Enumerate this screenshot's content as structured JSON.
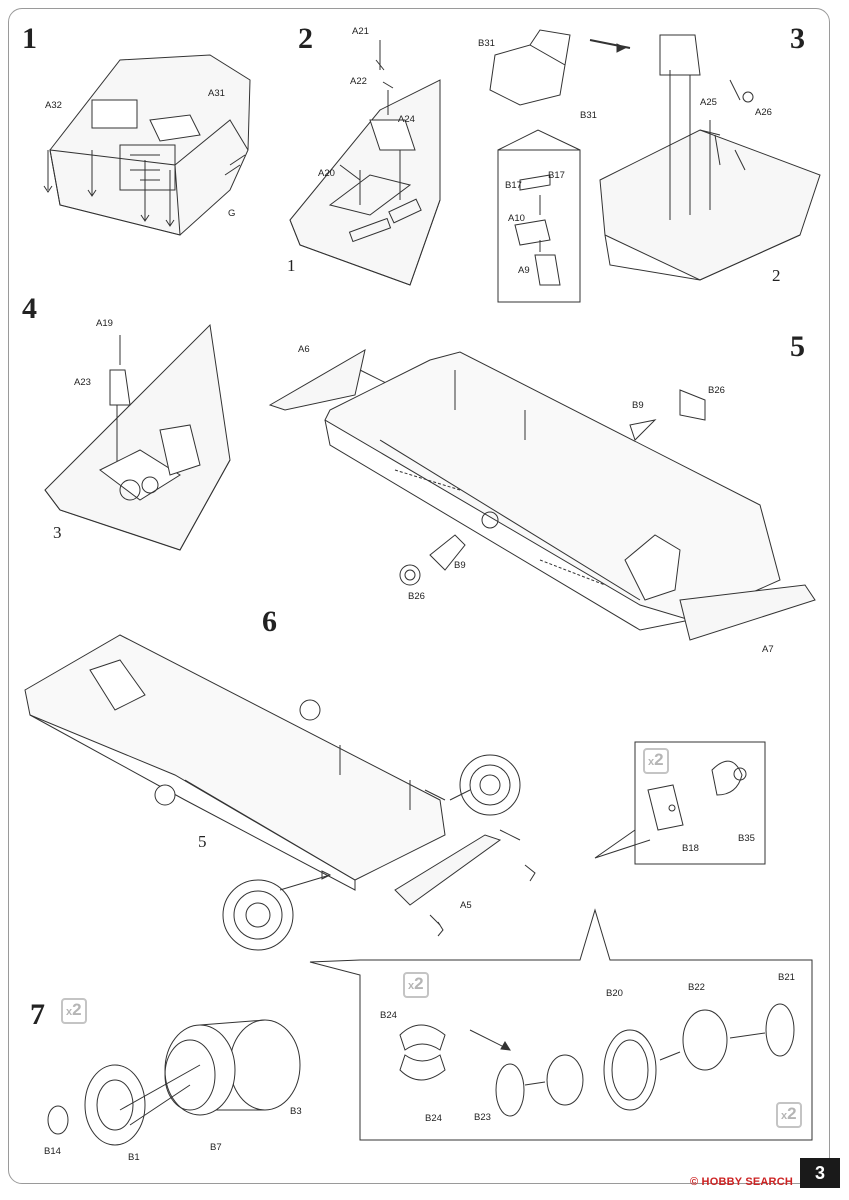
{
  "page": {
    "number": "3"
  },
  "steps": {
    "s1": {
      "num": "1",
      "labels": {
        "a32": "A32",
        "a31": "A31",
        "g": "G"
      }
    },
    "s2": {
      "num": "2",
      "labels": {
        "a21": "A21",
        "a22": "A22",
        "a24": "A24",
        "a20": "A20"
      },
      "ref": "1"
    },
    "s3": {
      "num": "3",
      "labels": {
        "b31a": "B31",
        "b31b": "B31",
        "a25": "A25",
        "a26": "A26",
        "b17a": "B17",
        "b17b": "B17",
        "a10": "A10",
        "a9": "A9"
      },
      "ref": "2"
    },
    "s4": {
      "num": "4",
      "labels": {
        "a19": "A19",
        "a23": "A23"
      },
      "ref": "3"
    },
    "s5": {
      "num": "5",
      "labels": {
        "a6": "A6",
        "b9a": "B9",
        "b26a": "B26",
        "b9b": "B9",
        "b26b": "B26",
        "a7": "A7"
      }
    },
    "s6": {
      "num": "6",
      "labels": {
        "a5": "A5",
        "b18": "B18",
        "b35": "B35",
        "b24a": "B24",
        "b24b": "B24",
        "b20": "B20",
        "b22": "B22",
        "b21": "B21",
        "b23": "B23"
      },
      "ref": "5",
      "detail_mult": "2",
      "callout_mult": "2",
      "callout_mult2": "2"
    },
    "s7": {
      "num": "7",
      "mult": "2",
      "labels": {
        "b3": "B3",
        "b14": "B14",
        "b1": "B1",
        "b7": "B7"
      }
    }
  },
  "watermark": {
    "logo": "© HOBBY SEARCH",
    "text": "HOBBY SEARCH"
  }
}
